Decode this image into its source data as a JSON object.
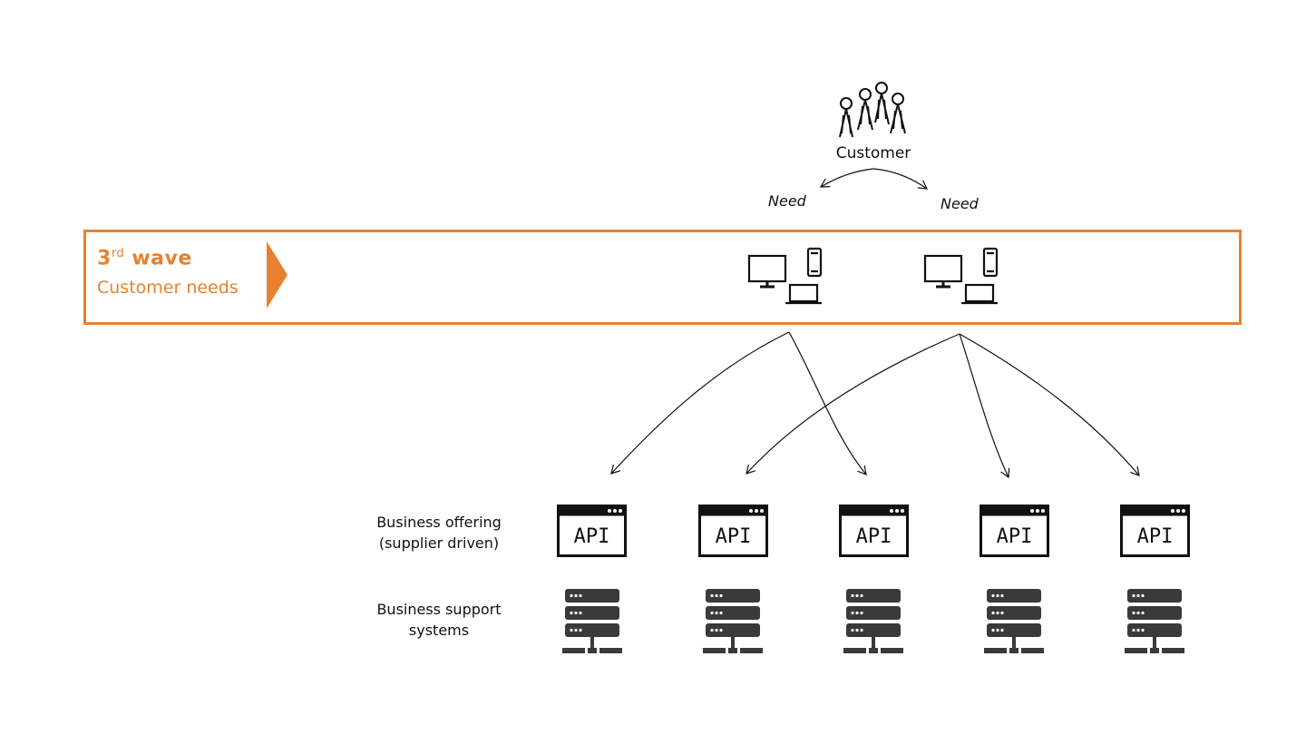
{
  "customer": {
    "label": "Customer"
  },
  "needs": [
    "Need",
    "Need"
  ],
  "wave": {
    "title_main": "3",
    "title_sup": "rd",
    "title_rest": "wave",
    "subtitle": "Customer needs",
    "color": "#E8812F"
  },
  "rows": {
    "offering_label_1": "Business offering",
    "offering_label_2": "(supplier driven)",
    "support_label_1": "Business support",
    "support_label_2": "systems"
  },
  "apis": [
    {
      "label": "API"
    },
    {
      "label": "API"
    },
    {
      "label": "API"
    },
    {
      "label": "API"
    },
    {
      "label": "API"
    }
  ],
  "icons": {
    "people": "people-group-icon",
    "devices": "devices-icon",
    "api": "api-window-icon",
    "server": "server-stack-icon"
  }
}
